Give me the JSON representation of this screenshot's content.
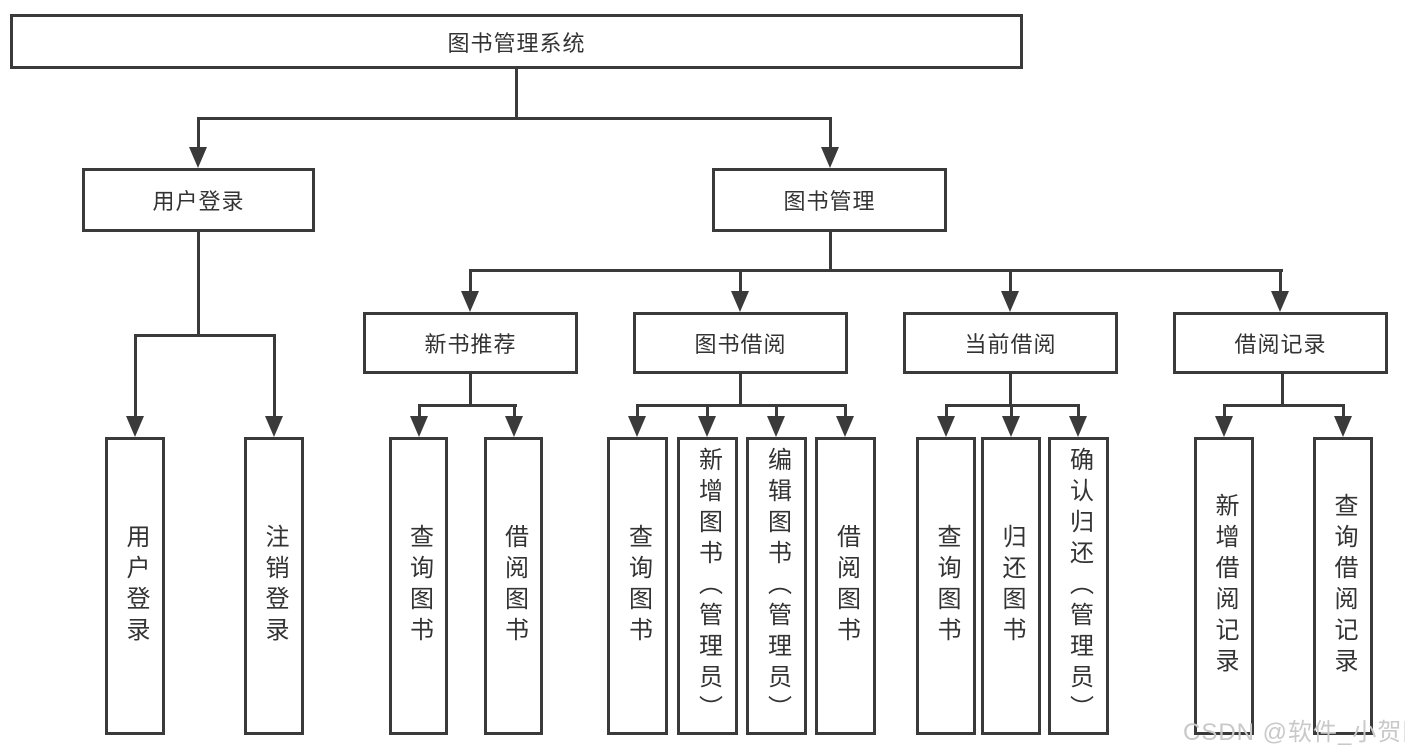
{
  "diagram_type": "org-tree",
  "tree": {
    "root": "图书管理系统",
    "children": [
      {
        "label": "用户登录",
        "children": [
          "用户登录",
          "注销登录"
        ]
      },
      {
        "label": "图书管理",
        "children": [
          {
            "label": "新书推荐",
            "children": [
              "查询图书",
              "借阅图书"
            ]
          },
          {
            "label": "图书借阅",
            "children": [
              "查询图书",
              "新增图书（管理员）",
              "编辑图书（管理员）",
              "借阅图书"
            ]
          },
          {
            "label": "当前借阅",
            "children": [
              "查询图书",
              "归还图书",
              "确认归还（管理员）"
            ]
          },
          {
            "label": "借阅记录",
            "children": [
              "新增借阅记录",
              "查询借阅记录"
            ]
          }
        ]
      }
    ]
  },
  "watermark": {
    "text": "CSDN @软件_小贺同学"
  },
  "colors": {
    "line": "#3a3a3a",
    "text": "#333333",
    "background": "#ffffff",
    "watermark": "#c9c9c9"
  }
}
